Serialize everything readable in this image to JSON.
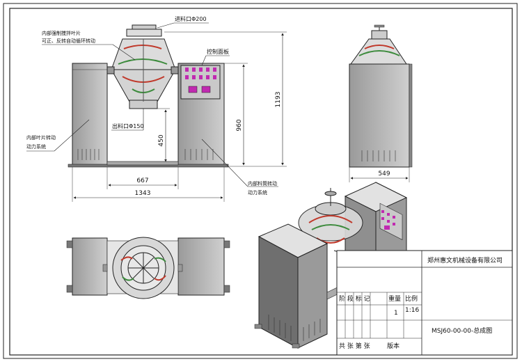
{
  "annotations": {
    "feed_port": "进料口Φ200",
    "internal_blade": "内部强制搅拌叶片",
    "internal_blade_2": "可正、反转自动循环转动",
    "control_panel": "控制面板",
    "discharge_port": "出料口Φ150",
    "blade_drive": "内部叶片转动",
    "blade_drive_2": "动力系统",
    "drum_drive": "内部料筒转动",
    "drum_drive_2": "动力系统"
  },
  "dimensions": {
    "height_total": "1193",
    "height_body": "960",
    "height_outlet": "450",
    "width_inner": "667",
    "width_total": "1343",
    "width_side": "549"
  },
  "title_block": {
    "company": "郑州惠文机械设备有限公司",
    "stage_header": "阶 段 标 记",
    "weight_header": "重量",
    "scale_header": "比例",
    "weight_value": "1",
    "scale_value": "1:16",
    "drawing_no": "MSJ60-00-00-总成图",
    "sheets": "共  张 第  张",
    "version": "版本"
  },
  "colors": {
    "line": "#222222",
    "body_fill": "#b9b9b9",
    "panel_fill": "#c9c9c9",
    "button_magenta": "#c02ab0",
    "vessel_green": "#3d8b3d",
    "vessel_red": "#c0392b"
  }
}
